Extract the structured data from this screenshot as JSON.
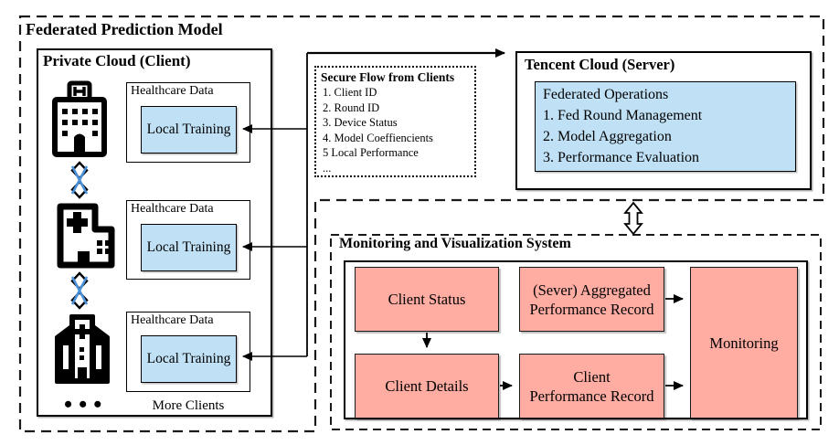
{
  "diagram": {
    "title": "Federated Prediction Model",
    "private_cloud": {
      "title": "Private Cloud (Client)",
      "clients": [
        {
          "data_label": "Healthcare Data",
          "training_label": "Local Training"
        },
        {
          "data_label": "Healthcare Data",
          "training_label": "Local Training"
        },
        {
          "data_label": "Healthcare Data",
          "training_label": "Local Training"
        }
      ],
      "ellipsis": "•••",
      "more_clients": "More Clients"
    },
    "secure_flow": {
      "title": "Secure Flow from Clients",
      "items": [
        "1. Client ID",
        "2. Round ID",
        "3. Device Status",
        "4. Model Coeffiencients",
        "5 Local Performance",
        "..."
      ]
    },
    "server": {
      "title": "Tencent Cloud (Server)",
      "operations": [
        "Federated Operations",
        "1. Fed Round Management",
        "2. Model Aggregation",
        "3. Performance Evaluation"
      ]
    },
    "monitoring_system": {
      "title": "Monitoring and Visualization System",
      "client_status": "Client Status",
      "aggregated_record_line1": "(Sever) Aggregated",
      "aggregated_record_line2": "Performance Record",
      "client_details": "Client Details",
      "client_performance_line1": "Client",
      "client_performance_line2": "Performance Record",
      "monitoring": "Monitoring"
    },
    "colors": {
      "blue_fill": "#bfe0f5",
      "pink_fill": "#ffaca2",
      "sync_blue": "#4a90d9",
      "line": "#000000"
    }
  }
}
